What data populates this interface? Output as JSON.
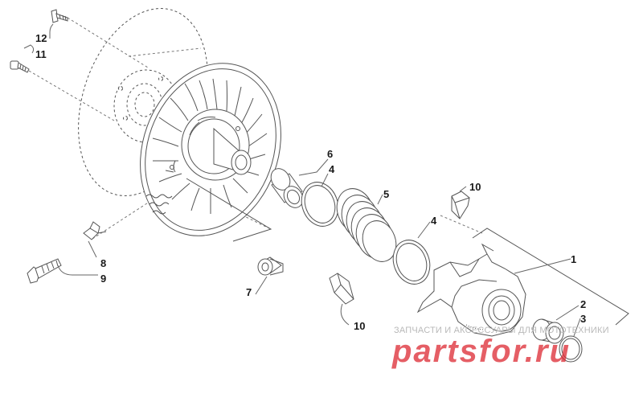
{
  "callouts": {
    "c1": "1",
    "c2": "2",
    "c3": "3",
    "c4a": "4",
    "c4b": "4",
    "c5": "5",
    "c6": "6",
    "c7": "7",
    "c8": "8",
    "c9": "9",
    "c10a": "10",
    "c10b": "10",
    "c11": "11",
    "c12": "12"
  },
  "watermark": {
    "caption": "ЗАПЧАСТИ И АКСЕССУАРЫ ДЛЯ МОТОТЕХНИКИ",
    "logo": "partsfor.ru"
  },
  "colors": {
    "line": "#555555",
    "watermark_caption": "#b9b9b9",
    "watermark_logo": "#dc2832"
  }
}
